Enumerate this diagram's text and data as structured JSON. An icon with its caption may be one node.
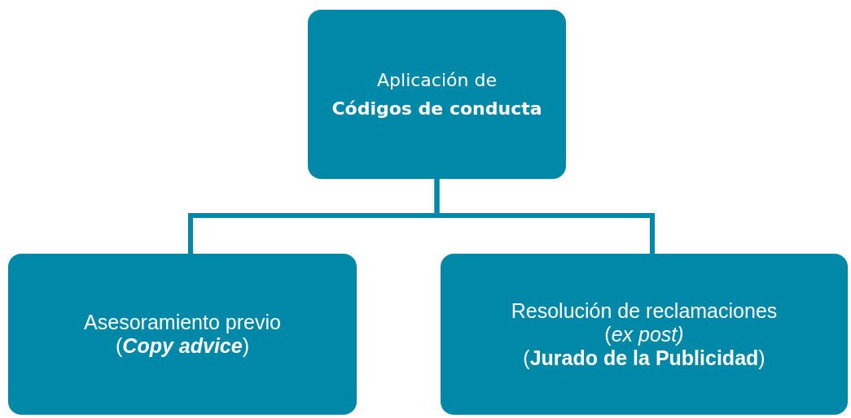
{
  "diagram": {
    "nodes": [
      {
        "text": [
          "Aplicación de",
          "Códigos de conducta"
        ]
      },
      {
        "text": [
          "Asesoramiento previo",
          "(*Copy advice*)"
        ]
      },
      {
        "text": [
          "Resolución de reclamaciones",
          "(*ex post)*",
          "(**Jurado de la Publicidad**)"
        ]
      }
    ],
    "edges": [
      {
        "from": 0,
        "to": 1,
        "arrow": "none"
      },
      {
        "from": 0,
        "to": 2,
        "arrow": "none"
      }
    ]
  }
}
